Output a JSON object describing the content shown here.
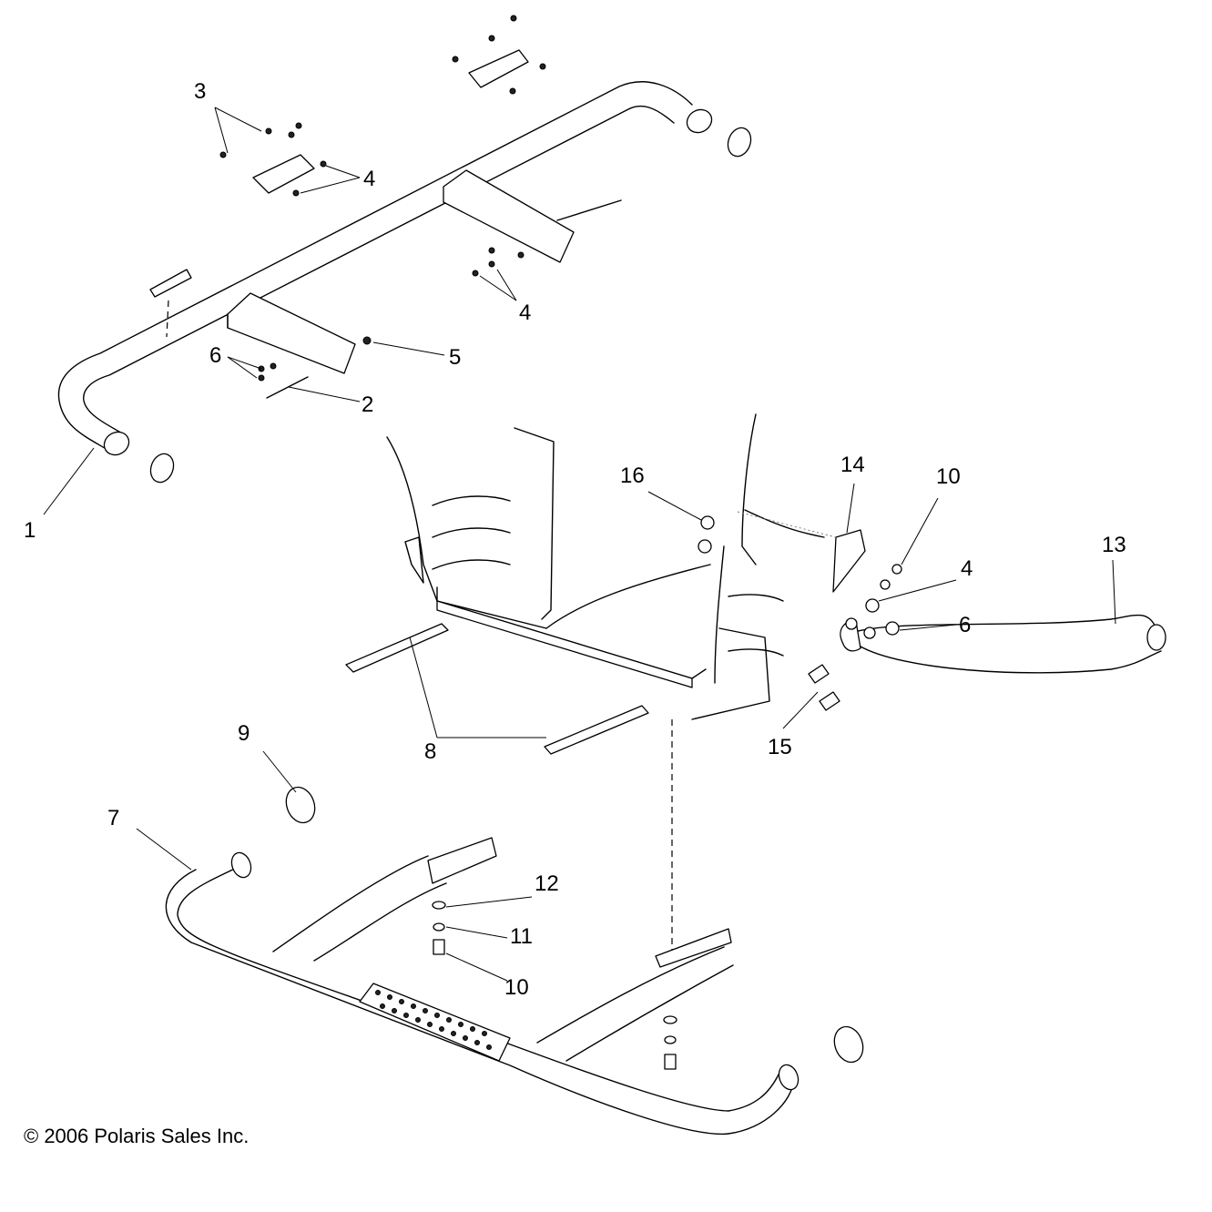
{
  "diagram": {
    "callouts": [
      "1",
      "2",
      "3",
      "4",
      "4",
      "4",
      "5",
      "6",
      "6",
      "7",
      "8",
      "9",
      "10",
      "10",
      "11",
      "12",
      "13",
      "14",
      "15",
      "16"
    ]
  },
  "footer": {
    "copyright": "© 2006 Polaris Sales Inc."
  }
}
